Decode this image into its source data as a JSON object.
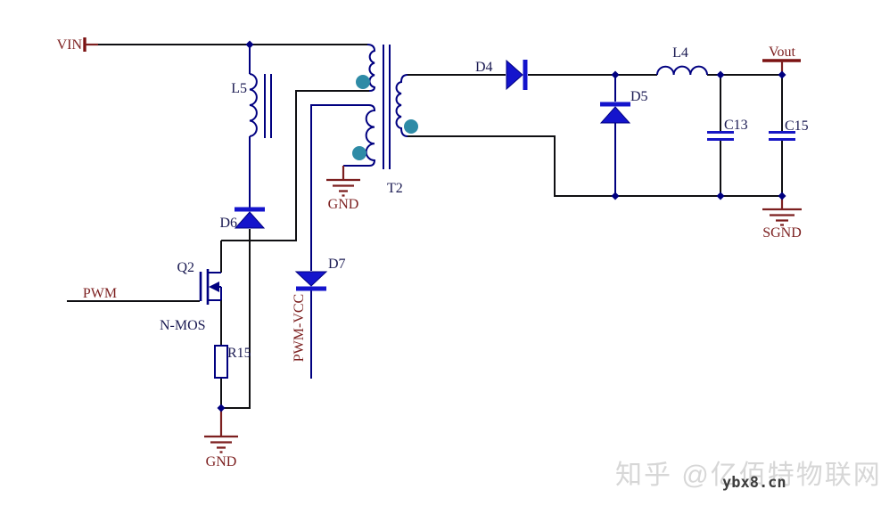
{
  "schematic": {
    "net_labels": {
      "vin": "VIN",
      "pwm": "PWM",
      "vout": "Vout",
      "pwm_vcc": "PWM-VCC",
      "gnd_aux": "GND",
      "gnd_source": "GND",
      "sgnd": "SGND"
    },
    "components": {
      "l5": "L5",
      "d6": "D6",
      "q2": "Q2",
      "q2_type": "N-MOS",
      "r15": "R15",
      "t2": "T2",
      "d7": "D7",
      "d4": "D4",
      "d5": "D5",
      "l4": "L4",
      "c13": "C13",
      "c15": "C15"
    },
    "colors": {
      "wire": "#0f0f12",
      "symbol_navy": "#000080",
      "diode_blue": "#1414cc",
      "polarity_dot_teal": "#2e8ba6",
      "net_label_red": "#7c1f1f",
      "component_label": "#1a1a52",
      "background": "#ffffff",
      "watermark_gray": "#d7d7d7"
    }
  },
  "watermark": {
    "brand": "知乎 @亿佰特物联网",
    "site": "ybx8.cn"
  }
}
